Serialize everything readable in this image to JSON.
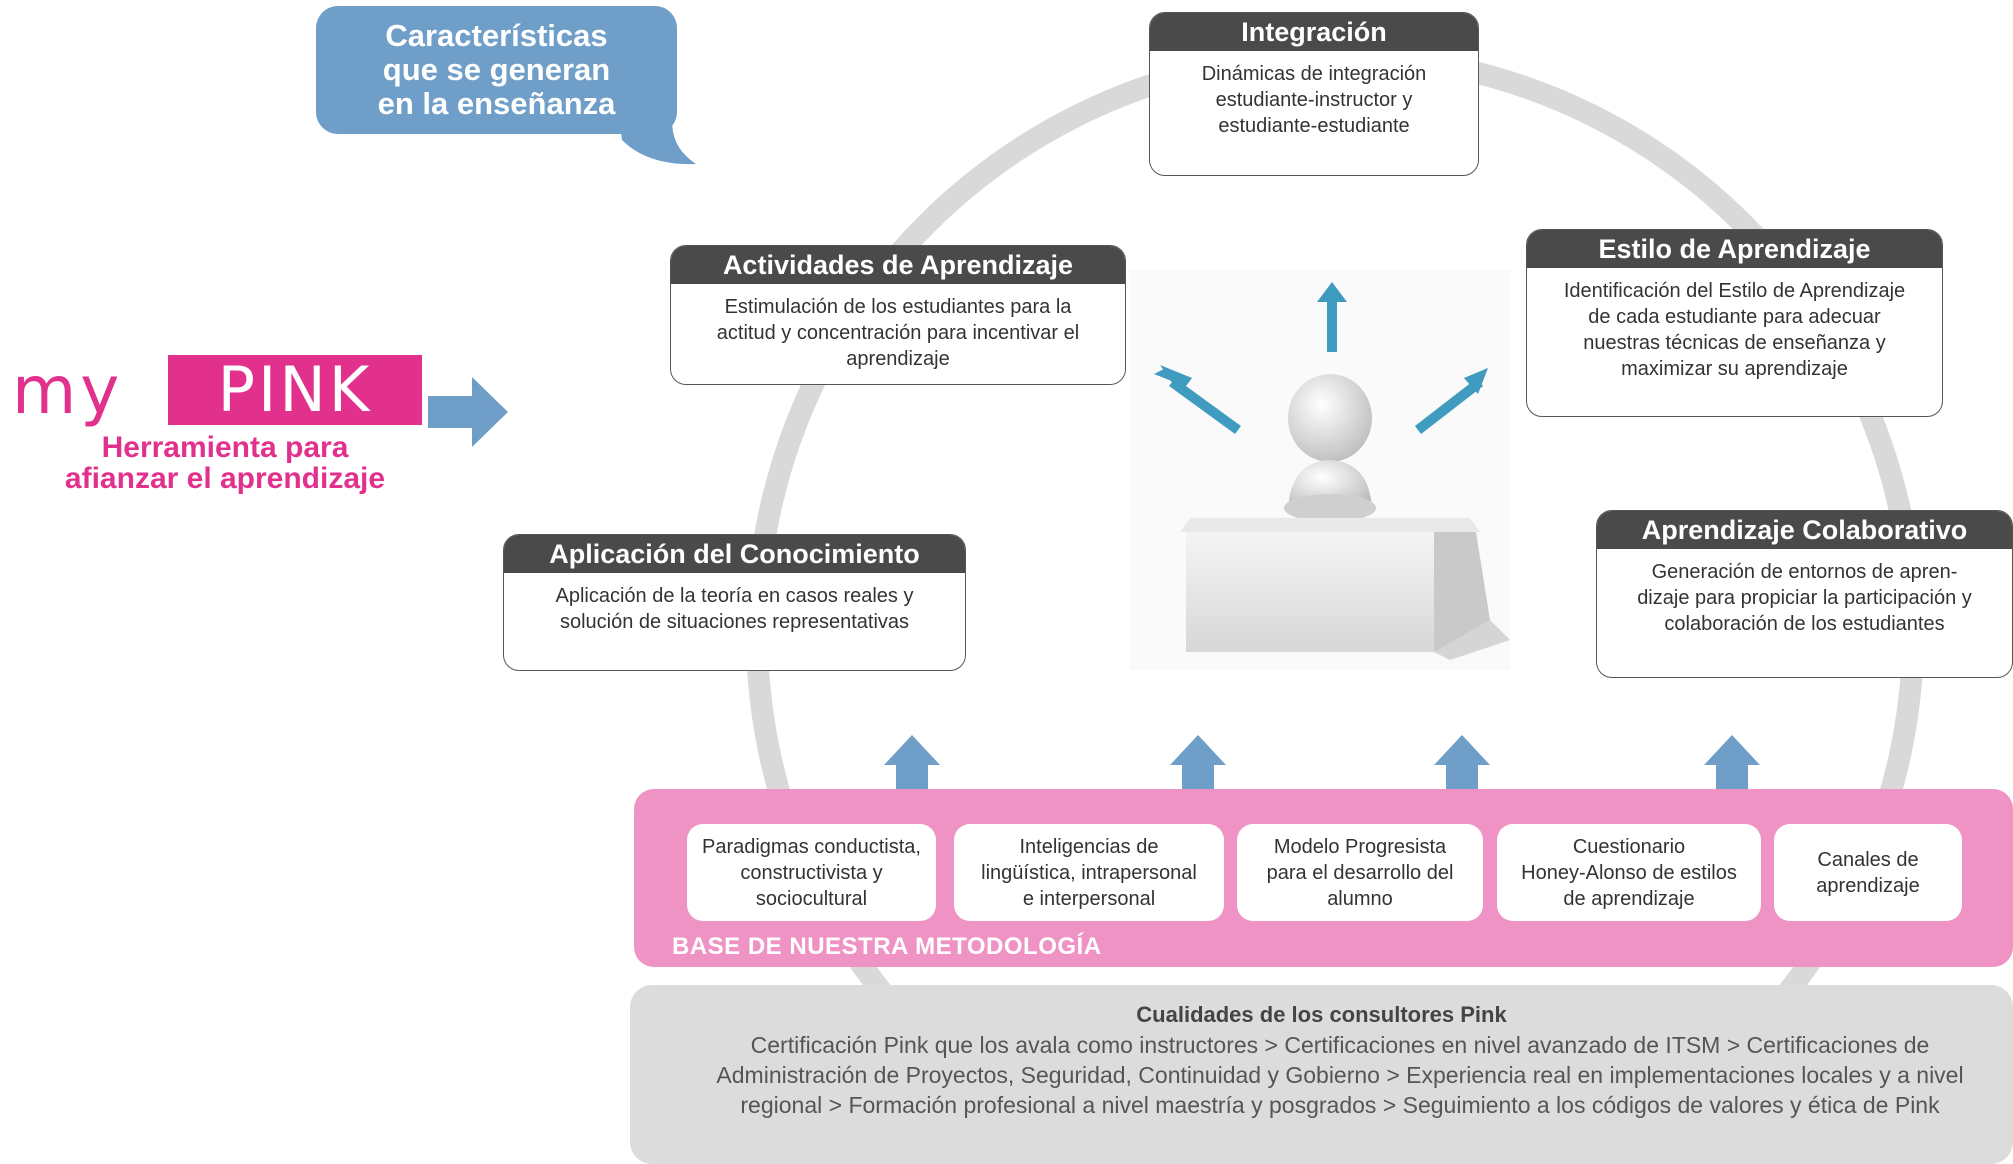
{
  "bubble": {
    "text": "Características\nque se generan\nen la enseñanza"
  },
  "logo": {
    "my": "my",
    "pink": "PINK",
    "subtitle": "Herramienta para\nafianzar el aprendizaje"
  },
  "boxes": {
    "integracion": {
      "title": "Integración",
      "body": "Dinámicas de integración\nestudiante-instructor y\nestudiante-estudiante"
    },
    "actividades": {
      "title": "Actividades de Aprendizaje",
      "body": "Estimulación de los estudiantes para la\nactitud y concentración para  incentivar el\naprendizaje"
    },
    "estilo": {
      "title": "Estilo de Aprendizaje",
      "body": "Identificación del Estilo de Aprendizaje\nde cada estudiante para adecuar\nnuestras técnicas de enseñanza y\nmaximizar su aprendizaje"
    },
    "aplicacion": {
      "title": "Aplicación del Conocimiento",
      "body": "Aplicación de la teoría en casos reales y\nsolución de situaciones representativas"
    },
    "colaborativo": {
      "title": "Aprendizaje Colaborativo",
      "body": "Generación de entornos de apren-\ndizaje para propiciar la participación y\ncolaboración de los estudiantes"
    }
  },
  "base": {
    "label": "BASE DE NUESTRA METODOLOGÍA",
    "items": [
      "Paradigmas conductista,\nconstructivista y\nsociocultural",
      "Inteligencias de\nlingüística, intrapersonal\ne interpersonal",
      "Modelo Progresista\npara el desarrollo del\nalumno",
      "Cuestionario\nHoney-Alonso de estilos\nde aprendizaje",
      "Canales de\naprendizaje"
    ]
  },
  "qualities": {
    "title": "Cualidades de los consultores Pink",
    "text": "Certificación Pink que los avala como instructores  >  Certificaciones en nivel avanzado de ITSM  >  Certificaciones de Administración de Proyectos, Seguridad, Continuidad y Gobierno  >  Experiencia real en implementaciones locales y a nivel regional  > Formación profesional a nivel maestría y posgrados  >  Seguimiento a los códigos de valores y ética de Pink"
  },
  "colors": {
    "pink": "#e2318d",
    "band": "#ef93c4",
    "blue": "#6f9fc9",
    "arrow_teal": "#3f9bbf",
    "header_dark": "#4a4a4a",
    "ring": "#d6d6d6"
  }
}
